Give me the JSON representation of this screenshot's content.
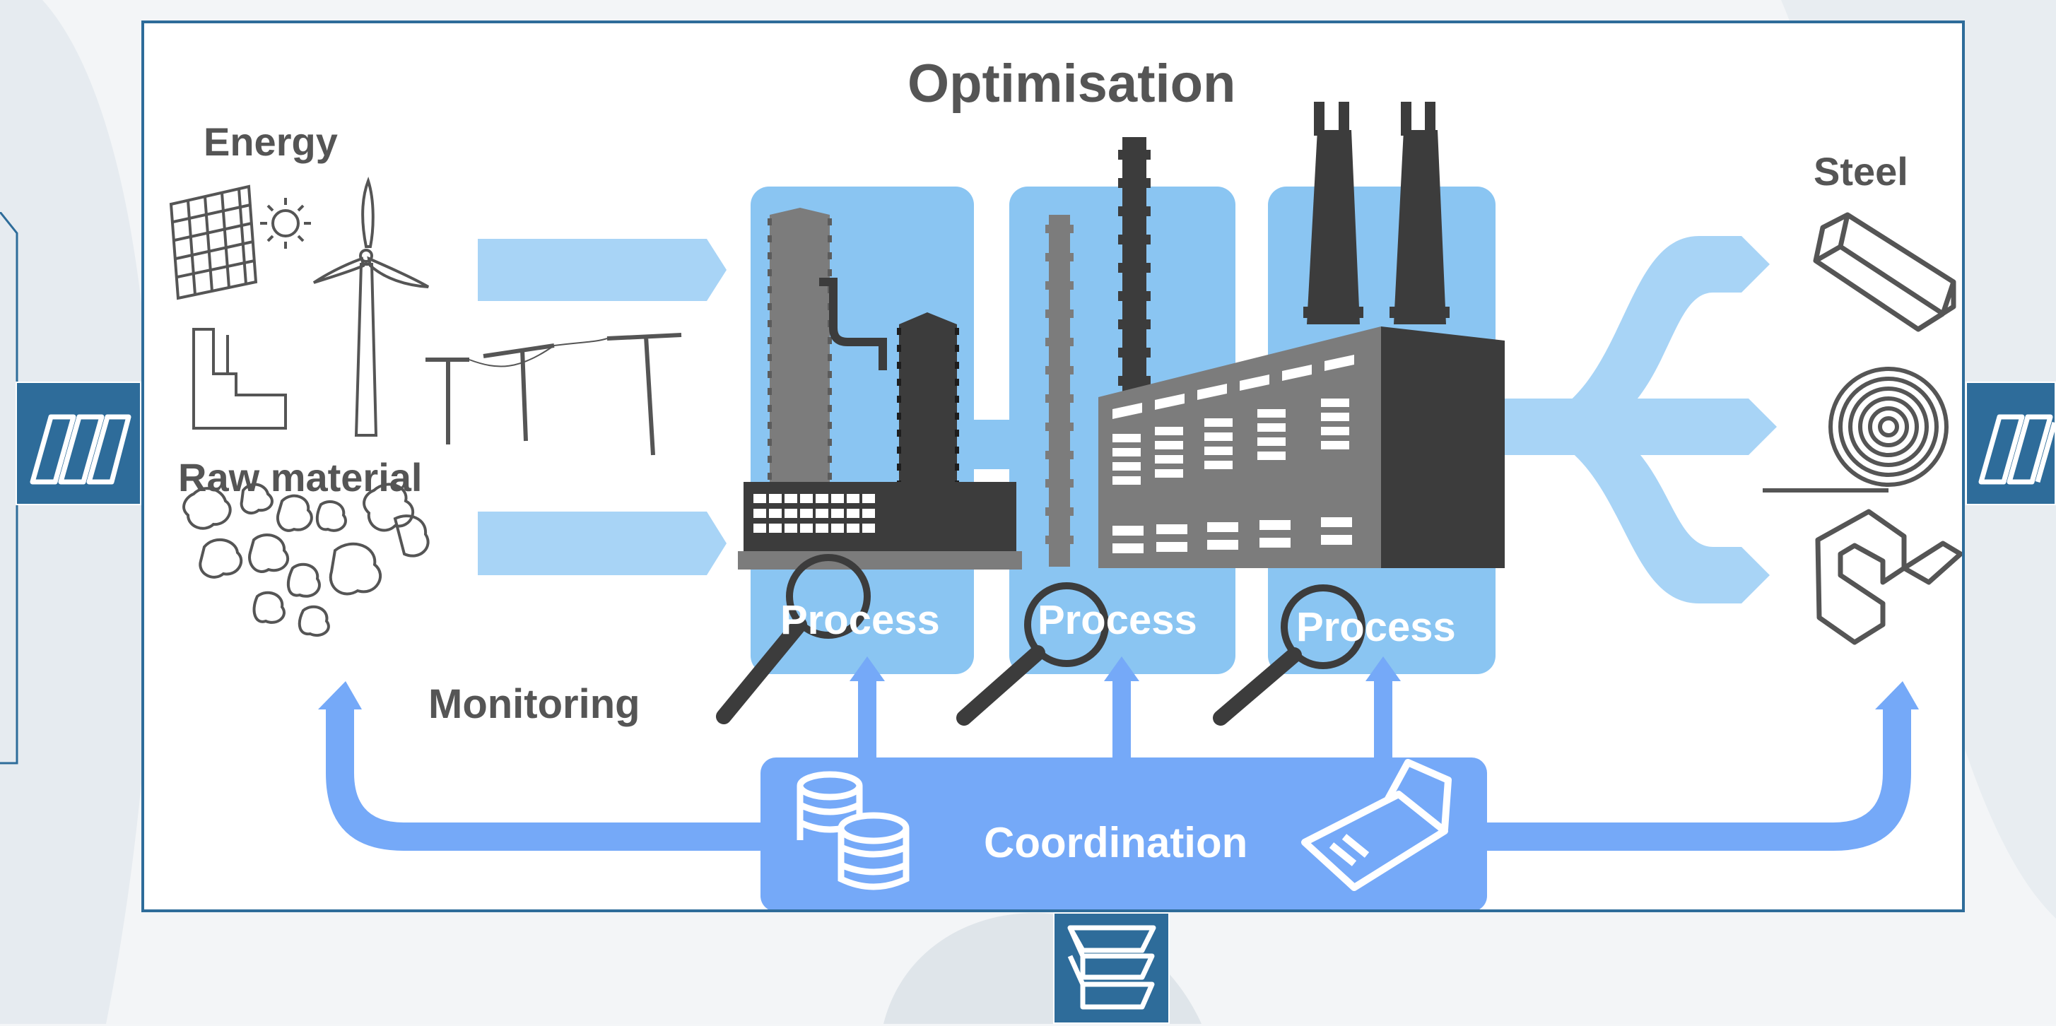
{
  "diagram": {
    "title": "Optimisation",
    "inputs": {
      "energy_label": "Energy",
      "raw_material_label": "Raw material"
    },
    "output": {
      "steel_label": "Steel"
    },
    "process_label": "Process",
    "monitoring_label": "Monitoring",
    "coordination_label": "Coordination"
  },
  "colors": {
    "frame_border": "#2e6c9a",
    "flow_light_blue": "#a8d4f6",
    "process_panel_blue": "#8ac5f2",
    "coordination_blue": "#75a9f8",
    "dark_grey": "#3c3c3c",
    "mid_grey": "#7c7c7c",
    "nav_tab_blue": "#2e6c9a"
  },
  "icons": {
    "left_tab": "carousel-pages-icon",
    "right_tab": "carousel-pages-icon",
    "bottom_tab": "stacked-layers-icon"
  }
}
